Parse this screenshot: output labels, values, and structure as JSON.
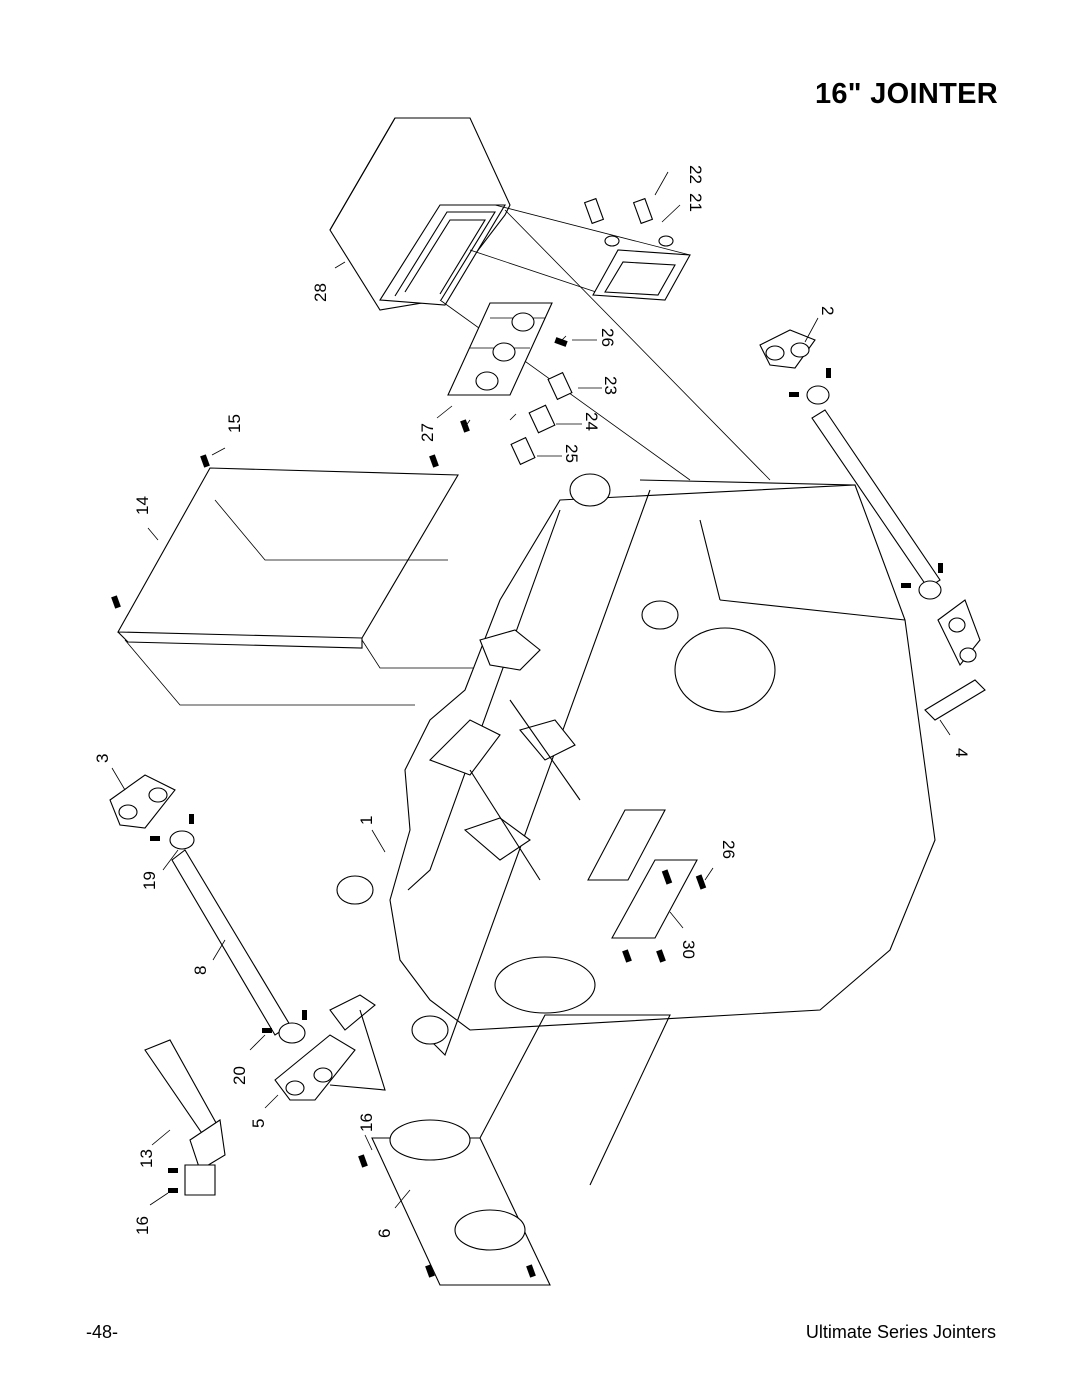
{
  "header": {
    "title": "16\" JOINTER"
  },
  "footer": {
    "page_number": "-48-",
    "document_title": "Ultimate Series Jointers"
  },
  "callouts": [
    "1",
    "2",
    "3",
    "4",
    "5",
    "6",
    "8",
    "13",
    "14",
    "15",
    "16",
    "16",
    "19",
    "20",
    "21",
    "22",
    "23",
    "24",
    "25",
    "26",
    "26",
    "27",
    "28",
    "30"
  ]
}
